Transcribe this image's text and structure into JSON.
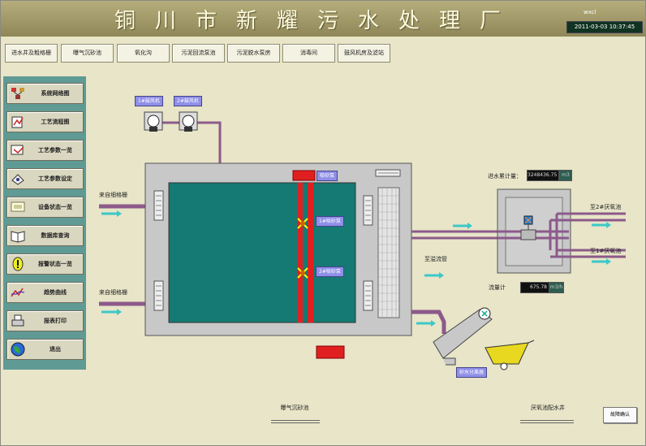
{
  "header": {
    "title": "铜川市新耀污水处理厂",
    "user": "wxcl",
    "datetime": "2011-03-03 10:37:45"
  },
  "nav": [
    "进水井及粗格栅",
    "曝气沉砂池",
    "氧化沟",
    "污泥回流泵池",
    "污泥脱水泵房",
    "消毒间",
    "鼓风机房及滤站"
  ],
  "sidebar": [
    {
      "label": "系统网络图",
      "icon": "network-icon"
    },
    {
      "label": "工艺流程图",
      "icon": "process-flow-icon"
    },
    {
      "label": "工艺参数一览",
      "icon": "parameter-list-icon"
    },
    {
      "label": "工艺参数设定",
      "icon": "parameter-set-icon"
    },
    {
      "label": "设备状态一览",
      "icon": "device-status-icon"
    },
    {
      "label": "数据库查询",
      "icon": "database-book-icon"
    },
    {
      "label": "报警状态一览",
      "icon": "alarm-icon"
    },
    {
      "label": "趋势曲线",
      "icon": "trend-chart-icon"
    },
    {
      "label": "报表打印",
      "icon": "printer-icon"
    },
    {
      "label": "退出",
      "icon": "globe-exit-icon"
    }
  ],
  "diagram": {
    "blower1": "1#鼓风机",
    "blower2": "2#鼓风机",
    "inlet1": "来自细格栅",
    "inlet2": "来自细格栅",
    "sand_pump": "吸砂泵",
    "sand_pump1": "1#吸砂泵",
    "sand_pump2": "2#吸砂泵",
    "outlet": "至溢流管",
    "flow_total_label": "进水累计量：",
    "flow_total_value": "3248436.75",
    "flow_total_unit": "m3",
    "flow_rate_label": "流量计",
    "flow_rate_value": "675.78",
    "flow_rate_unit": "m3/h",
    "to_anoxic2": "至2#厌氧池",
    "to_anoxic1": "至1#厌氧池",
    "separator": "砂水分离器"
  },
  "footer": {
    "label1": "曝气沉砂池",
    "label2": "厌氧池配水井",
    "fault_button": "故障确认"
  },
  "colors": {
    "background": "#e8e5c8",
    "sidebar": "#5f9a95",
    "tank_water": "#157a73",
    "pipe": "#8c5a8a",
    "flow_arrow": "#3cc8c8",
    "pump_red": "#e02020",
    "tag_blue": "#8f8fe8"
  }
}
